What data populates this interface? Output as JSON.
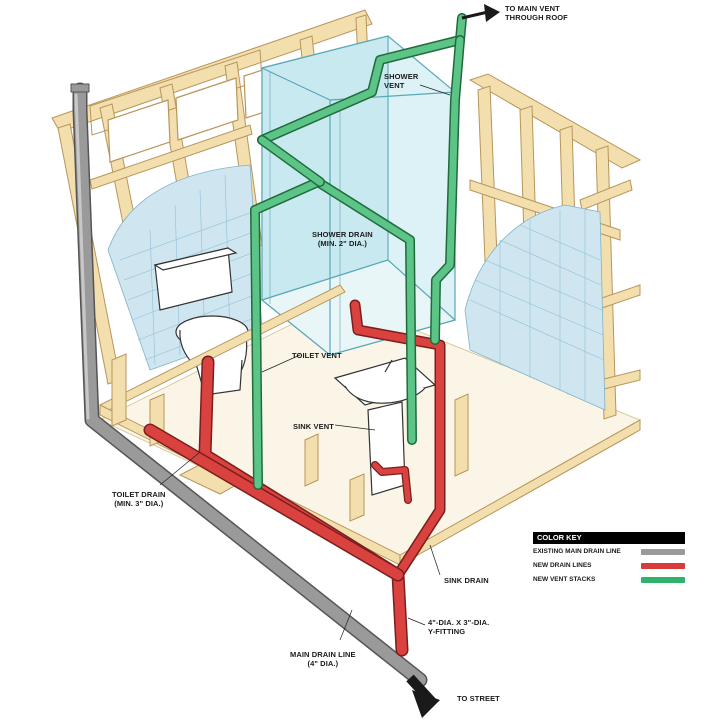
{
  "labels": {
    "main_vent": [
      "TO MAIN VENT",
      "THROUGH ROOF"
    ],
    "shower_vent": [
      "SHOWER",
      "VENT"
    ],
    "shower_drain": [
      "SHOWER DRAIN",
      "(MIN. 2\" DIA.)"
    ],
    "toilet_vent": "TOILET  VENT",
    "sink_vent": "SINK VENT",
    "toilet_drain": [
      "TOILET DRAIN",
      "(MIN. 3\" DIA.)"
    ],
    "sink_drain": "SINK DRAIN",
    "y_fitting": [
      "4\"-DIA. x 3\"-DIA.",
      "Y-FITTING"
    ],
    "main_drain": [
      "MAIN DRAIN LINE",
      "(4\" DIA.)"
    ],
    "to_street": "TO STREET"
  },
  "color_key": {
    "title": "COLOR KEY",
    "items": [
      {
        "label": "EXISTING MAIN DRAIN LINE",
        "color": "#9a9a9a"
      },
      {
        "label": "NEW DRAIN LINES",
        "color": "#d93a3a"
      },
      {
        "label": "NEW VENT STACKS",
        "color": "#2fb36a"
      }
    ]
  },
  "colors": {
    "vent": "#5cc486",
    "drain": "#d9423f",
    "main": "#8f8f8f",
    "wood": "#f3deae",
    "tile": "#cfe6f0",
    "glass": "#bfe7ef"
  }
}
